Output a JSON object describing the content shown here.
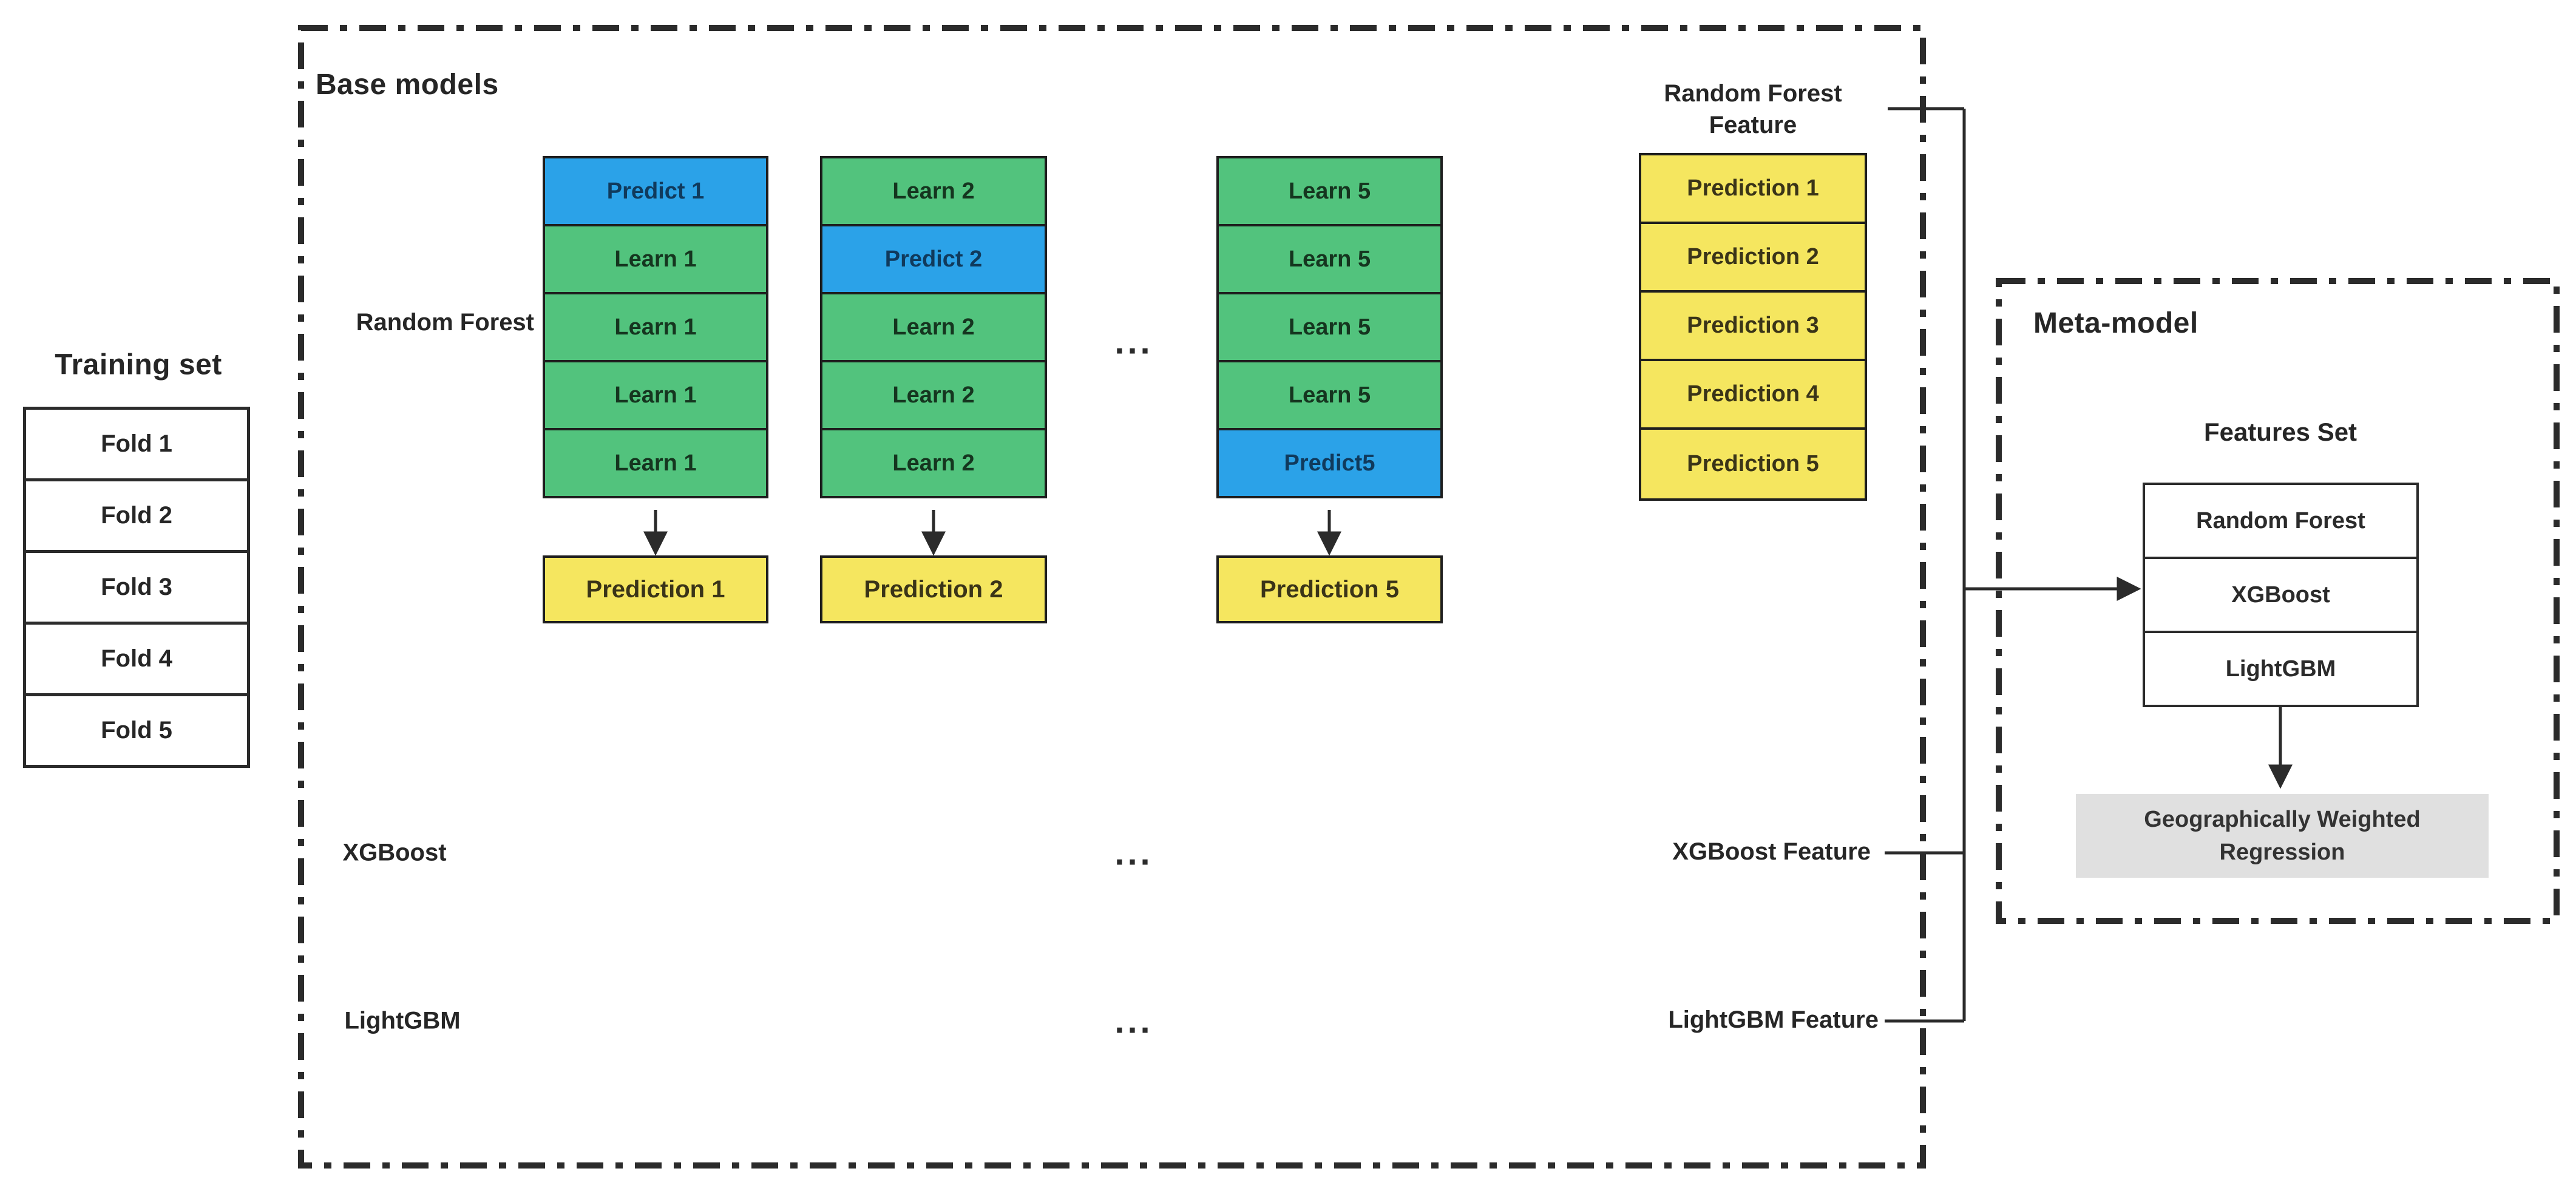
{
  "colors": {
    "learn_green": "#52c37d",
    "predict_blue": "#2ba2e8",
    "prediction_yellow": "#f5e65f",
    "meta_gray": "#e0e0e0",
    "line_dark": "#2b2b2b"
  },
  "training_set": {
    "title": "Training set",
    "folds": [
      "Fold 1",
      "Fold 2",
      "Fold 3",
      "Fold 4",
      "Fold 5"
    ]
  },
  "base_models": {
    "title": "Base models",
    "random_forest_label": "Random Forest",
    "ellipsis": "...",
    "columns": [
      {
        "cells": [
          "Predict 1",
          "Learn 1",
          "Learn 1",
          "Learn 1",
          "Learn 1"
        ],
        "predict_index": 0,
        "prediction": "Prediction 1"
      },
      {
        "cells": [
          "Learn 2",
          "Predict 2",
          "Learn 2",
          "Learn 2",
          "Learn 2"
        ],
        "predict_index": 1,
        "prediction": "Prediction 2"
      },
      {
        "cells": [
          "Learn 5",
          "Learn 5",
          "Learn 5",
          "Learn 5",
          "Predict5"
        ],
        "predict_index": 4,
        "prediction": "Prediction 5"
      }
    ],
    "rf_feature": {
      "label_line1": "Random Forest",
      "label_line2": "Feature",
      "cells": [
        "Prediction 1",
        "Prediction 2",
        "Prediction 3",
        "Prediction 4",
        "Prediction 5"
      ]
    },
    "xgboost_label": "XGBoost",
    "xgboost_feature_label": "XGBoost Feature",
    "lightgbm_label": "LightGBM",
    "lightgbm_feature_label": "LightGBM Feature"
  },
  "meta_model": {
    "title": "Meta-model",
    "features_set_title": "Features Set",
    "features": [
      "Random Forest",
      "XGBoost",
      "LightGBM"
    ],
    "regressor_line1": "Geographically Weighted",
    "regressor_line2": "Regression"
  }
}
